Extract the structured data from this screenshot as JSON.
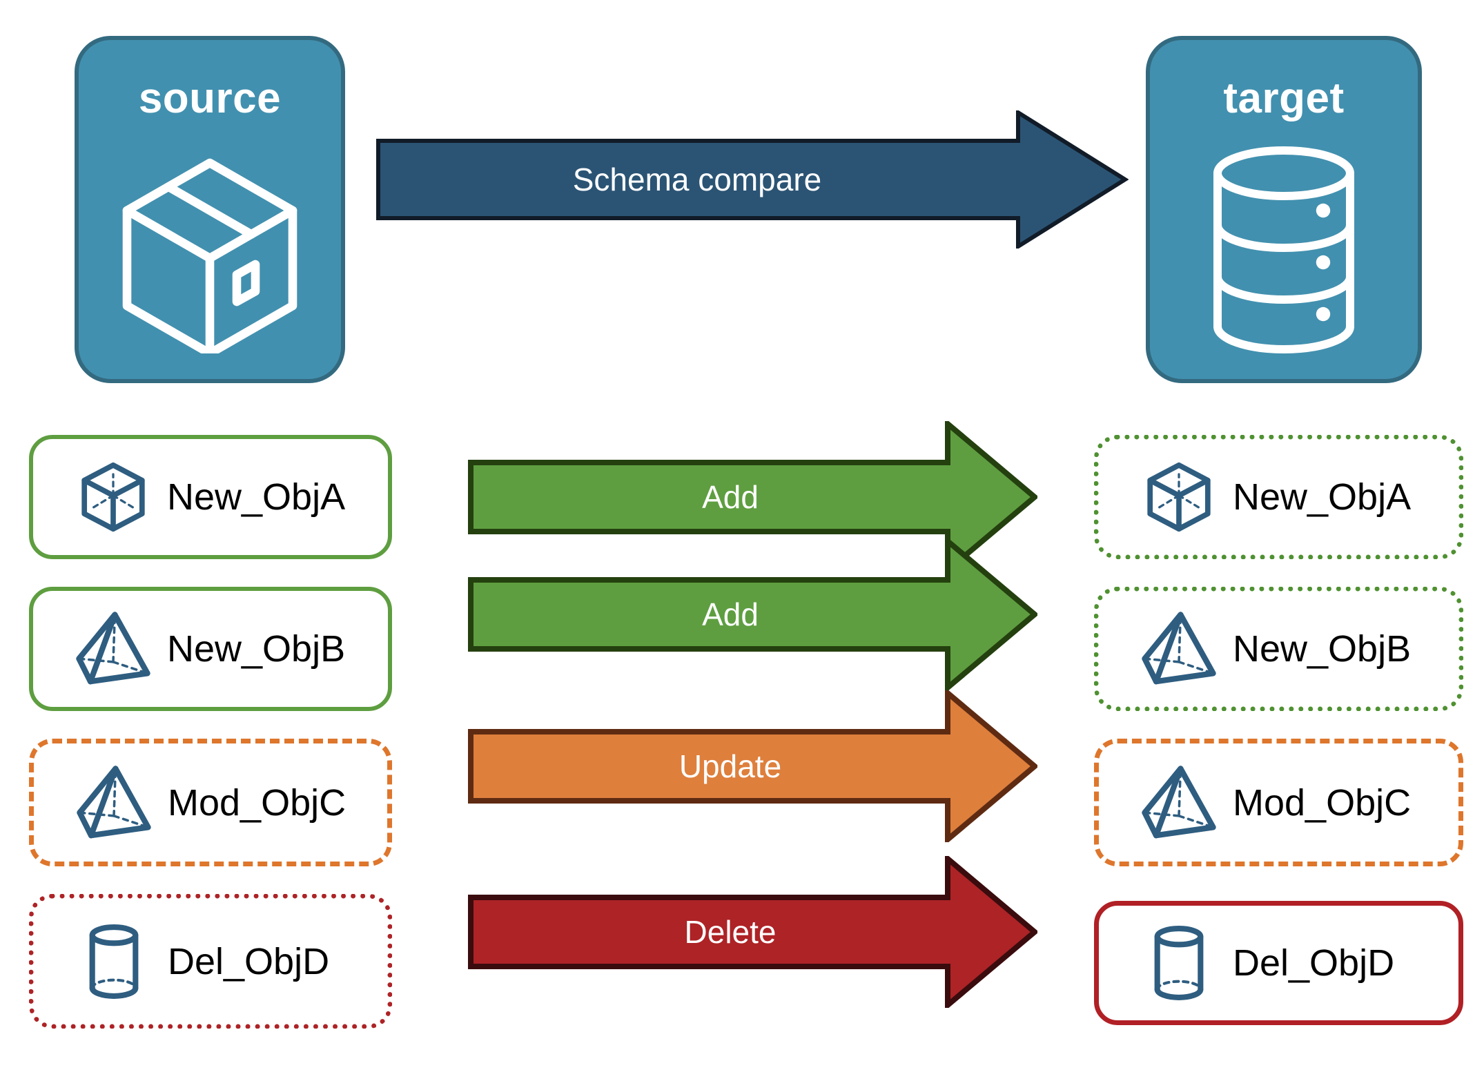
{
  "diagram": {
    "title": "Schema compare between source and target",
    "colors": {
      "endpoint_fill": "#4290AF",
      "endpoint_stroke": "#336A80",
      "compare_arrow_fill": "#2B5474",
      "compare_arrow_stroke": "#111C28",
      "add_fill": "#5E9E40",
      "add_stroke": "#24400F",
      "update_fill": "#DE7F3C",
      "update_stroke": "#5E2B12",
      "delete_fill": "#AD2326",
      "delete_stroke": "#3A0C0E",
      "object_icon": "#2E5D80",
      "green_border": "#5E9E40",
      "orange_border": "#DE762C",
      "red_border": "#B02025"
    }
  },
  "endpoints": {
    "source": {
      "label": "source",
      "icon": "package-box-icon"
    },
    "target": {
      "label": "target",
      "icon": "database-cylinder-icon"
    }
  },
  "compare_arrow": {
    "label": "Schema compare",
    "direction": "right"
  },
  "rows": [
    {
      "action": "Add",
      "action_color": "#5E9E40",
      "source": {
        "label": "New_ObjA",
        "icon": "wireframe-cube-icon",
        "border": "solid-green"
      },
      "target": {
        "label": "New_ObjA",
        "icon": "wireframe-cube-icon",
        "border": "dotted-green"
      }
    },
    {
      "action": "Add",
      "action_color": "#5E9E40",
      "source": {
        "label": "New_ObjB",
        "icon": "wireframe-pyramid-icon",
        "border": "solid-green"
      },
      "target": {
        "label": "New_ObjB",
        "icon": "wireframe-pyramid-icon",
        "border": "dotted-green"
      }
    },
    {
      "action": "Update",
      "action_color": "#DE7F3C",
      "source": {
        "label": "Mod_ObjC",
        "icon": "wireframe-pyramid-icon",
        "border": "dashed-orange"
      },
      "target": {
        "label": "Mod_ObjC",
        "icon": "wireframe-pyramid-icon",
        "border": "dashed-orange"
      }
    },
    {
      "action": "Delete",
      "action_color": "#AD2326",
      "source": {
        "label": "Del_ObjD",
        "icon": "wireframe-cylinder-icon",
        "border": "dotted-red"
      },
      "target": {
        "label": "Del_ObjD",
        "icon": "wireframe-cylinder-icon",
        "border": "solid-red"
      }
    }
  ]
}
